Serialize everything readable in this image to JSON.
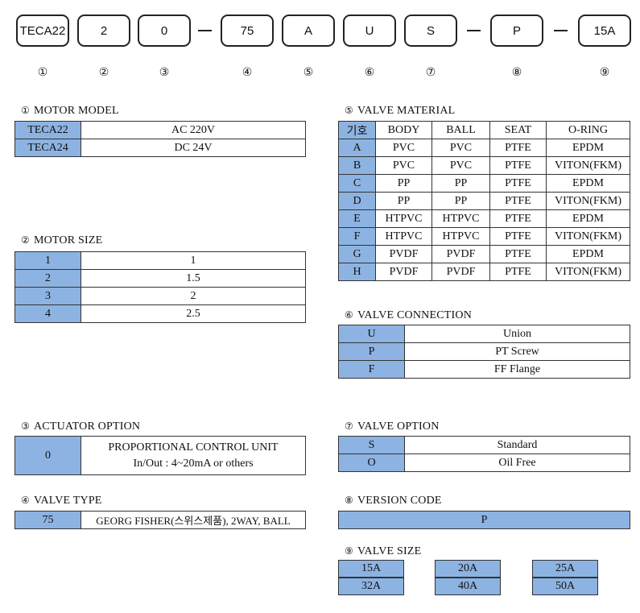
{
  "code_boxes": [
    "TECA22",
    "2",
    "0",
    "75",
    "A",
    "U",
    "S",
    "P",
    "15A"
  ],
  "markers": [
    "①",
    "②",
    "③",
    "④",
    "⑤",
    "⑥",
    "⑦",
    "⑧",
    "⑨"
  ],
  "sections": {
    "motor_model": {
      "num": "①",
      "title": "MOTOR MODEL",
      "rows": [
        [
          "TECA22",
          "AC 220V"
        ],
        [
          "TECA24",
          "DC 24V"
        ]
      ]
    },
    "motor_size": {
      "num": "②",
      "title": "MOTOR SIZE",
      "rows": [
        [
          "1",
          "1"
        ],
        [
          "2",
          "1.5"
        ],
        [
          "3",
          "2"
        ],
        [
          "4",
          "2.5"
        ]
      ]
    },
    "actuator_option": {
      "num": "③",
      "title": "ACTUATOR OPTION",
      "rows": [
        [
          "0",
          "PROPORTIONAL CONTROL UNIT",
          "In/Out : 4~20mA or others"
        ]
      ]
    },
    "valve_type": {
      "num": "④",
      "title": "VALVE TYPE",
      "rows": [
        [
          "75",
          "GEORG FISHER(스위스제품), 2WAY, BALL"
        ]
      ]
    },
    "valve_material": {
      "num": "⑤",
      "title": "VALVE MATERIAL",
      "header": [
        "기호",
        "BODY",
        "BALL",
        "SEAT",
        "O-RING"
      ],
      "rows": [
        [
          "A",
          "PVC",
          "PVC",
          "PTFE",
          "EPDM"
        ],
        [
          "B",
          "PVC",
          "PVC",
          "PTFE",
          "VITON(FKM)"
        ],
        [
          "C",
          "PP",
          "PP",
          "PTFE",
          "EPDM"
        ],
        [
          "D",
          "PP",
          "PP",
          "PTFE",
          "VITON(FKM)"
        ],
        [
          "E",
          "HTPVC",
          "HTPVC",
          "PTFE",
          "EPDM"
        ],
        [
          "F",
          "HTPVC",
          "HTPVC",
          "PTFE",
          "VITON(FKM)"
        ],
        [
          "G",
          "PVDF",
          "PVDF",
          "PTFE",
          "EPDM"
        ],
        [
          "H",
          "PVDF",
          "PVDF",
          "PTFE",
          "VITON(FKM)"
        ]
      ]
    },
    "valve_connection": {
      "num": "⑥",
      "title": "VALVE CONNECTION",
      "rows": [
        [
          "U",
          "Union"
        ],
        [
          "P",
          "PT Screw"
        ],
        [
          "F",
          "FF Flange"
        ]
      ]
    },
    "valve_option": {
      "num": "⑦",
      "title": "VALVE OPTION",
      "rows": [
        [
          "S",
          "Standard"
        ],
        [
          "O",
          "Oil Free"
        ]
      ]
    },
    "version_code": {
      "num": "⑧",
      "title": "VERSION CODE",
      "value": "P"
    },
    "valve_size": {
      "num": "⑨",
      "title": "VALVE SIZE",
      "values": [
        [
          "15A",
          "20A",
          "25A"
        ],
        [
          "32A",
          "40A",
          "50A"
        ]
      ]
    }
  },
  "colors": {
    "key_cell": "#8db3e2",
    "border": "#333333"
  }
}
